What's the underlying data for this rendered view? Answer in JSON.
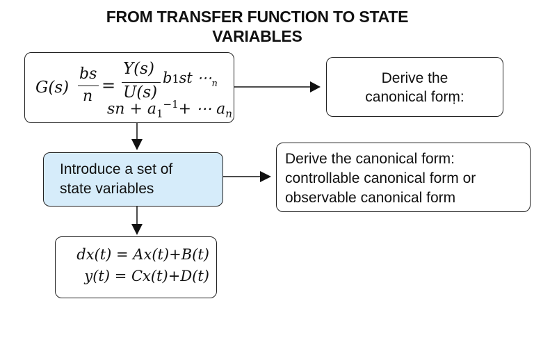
{
  "title": "FROM TRANSFER FUNCTION TO STATE VARIABLES",
  "transfer_function": {
    "lhs": "G(s)",
    "frac1_num": "bs",
    "frac1_den": "n",
    "equals": "=",
    "frac2_num": "Y(s)",
    "frac2_den": "U(s)",
    "num_tail": "b",
    "num_tail_sub": "1",
    "num_tail_rest": "st ⋯",
    "num_tail_sub_n": "n",
    "den_text": "sn + a",
    "den_sub": "1",
    "den_sup": "−1",
    "den_rest": "+ ⋯ a",
    "den_sub_n": "n"
  },
  "derive_box_1": {
    "line1": "Derive the",
    "line2": "canonical forṃ:"
  },
  "intro_box": {
    "line1": "Introduce a set of",
    "line2": "state variables"
  },
  "derive_box_2": {
    "line1": "Derive the canonical form:",
    "line2": "controllable canonical form or",
    "line3": "observable canonical form"
  },
  "state_space": {
    "eq1": "dx(t) = Ax(t)+B(t)",
    "eq2": "y(t) = Cx(t)+D(t)"
  }
}
